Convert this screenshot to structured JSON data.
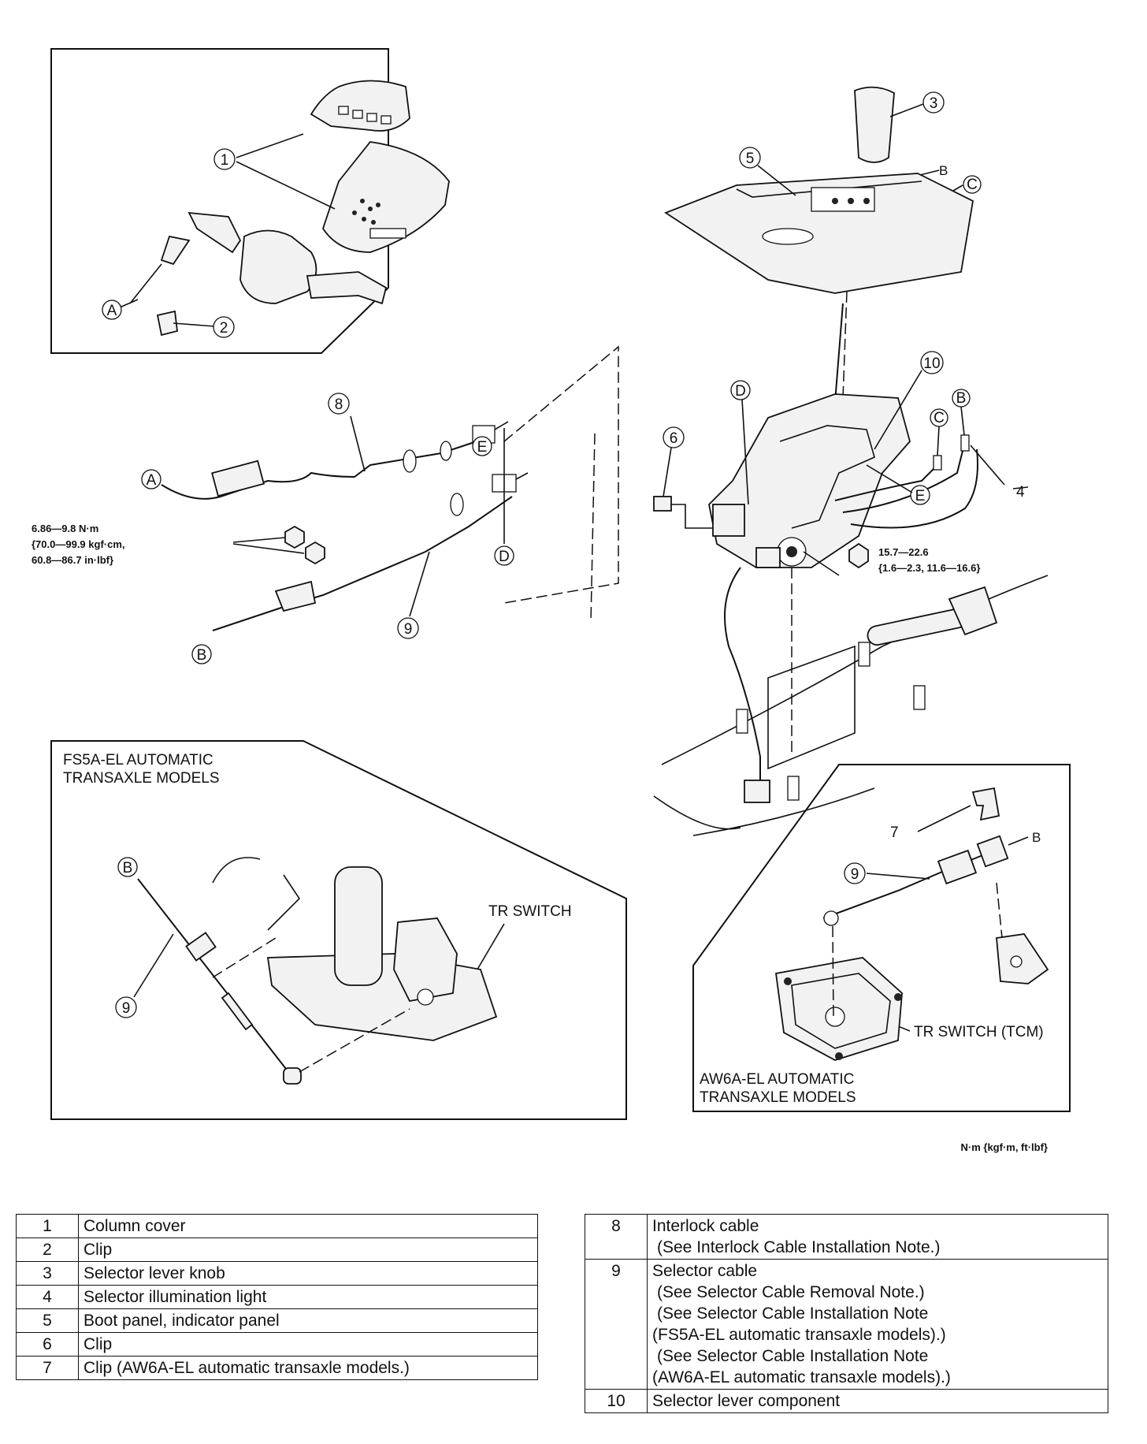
{
  "callouts": {
    "c1": "1",
    "c2": "2",
    "c3": "3",
    "c4": "4",
    "c5": "5",
    "c6": "6",
    "c7": "7",
    "c8": "8",
    "c9": "9",
    "c10": "10",
    "c9b": "9",
    "c9c": "9",
    "A1": "A",
    "A2": "A",
    "B1": "B",
    "B2": "B",
    "B3": "B",
    "B4": "B",
    "B5": "B",
    "C1": "C",
    "C2": "C",
    "D1": "D",
    "D2": "D",
    "E1": "E",
    "E2": "E"
  },
  "torque_left": {
    "line1": "6.86—9.8 N·m",
    "line2": "{70.0—99.9 kgf·cm,",
    "line3": "60.8—86.7 in·lbf}"
  },
  "torque_right": {
    "line1": "15.7—22.6",
    "line2": "{1.6—2.3, 11.6—16.6}"
  },
  "units_note": "N·m {kgf·m, ft·lbf}",
  "inset_fs5a": {
    "title_line1": "FS5A-EL  AUTOMATIC",
    "title_line2": "TRANSAXLE MODELS",
    "tr_switch": "TR SWITCH"
  },
  "inset_aw6a": {
    "title_line1": "AW6A-EL  AUTOMATIC",
    "title_line2": "TRANSAXLE MODELS",
    "tr_switch": "TR SWITCH (TCM)"
  },
  "legend_left": [
    {
      "num": "1",
      "name": "Column cover"
    },
    {
      "num": "2",
      "name": "Clip"
    },
    {
      "num": "3",
      "name": "Selector lever knob"
    },
    {
      "num": "4",
      "name": "Selector illumination light"
    },
    {
      "num": "5",
      "name": "Boot panel, indicator panel"
    },
    {
      "num": "6",
      "name": "Clip"
    },
    {
      "num": "7",
      "name": "Clip (AW6A-EL automatic transaxle models.)"
    }
  ],
  "legend_right": [
    {
      "num": "8",
      "name": "Interlock cable",
      "notes": [
        "(See Interlock Cable Installation Note.)"
      ]
    },
    {
      "num": "9",
      "name": "Selector cable",
      "notes": [
        "(See Selector Cable Removal Note.)",
        "(See Selector Cable Installation Note",
        "(FS5A-EL automatic transaxle models).)",
        "(See Selector Cable Installation Note",
        "(AW6A-EL automatic transaxle models).)"
      ]
    },
    {
      "num": "10",
      "name": "Selector lever component",
      "notes": []
    }
  ]
}
